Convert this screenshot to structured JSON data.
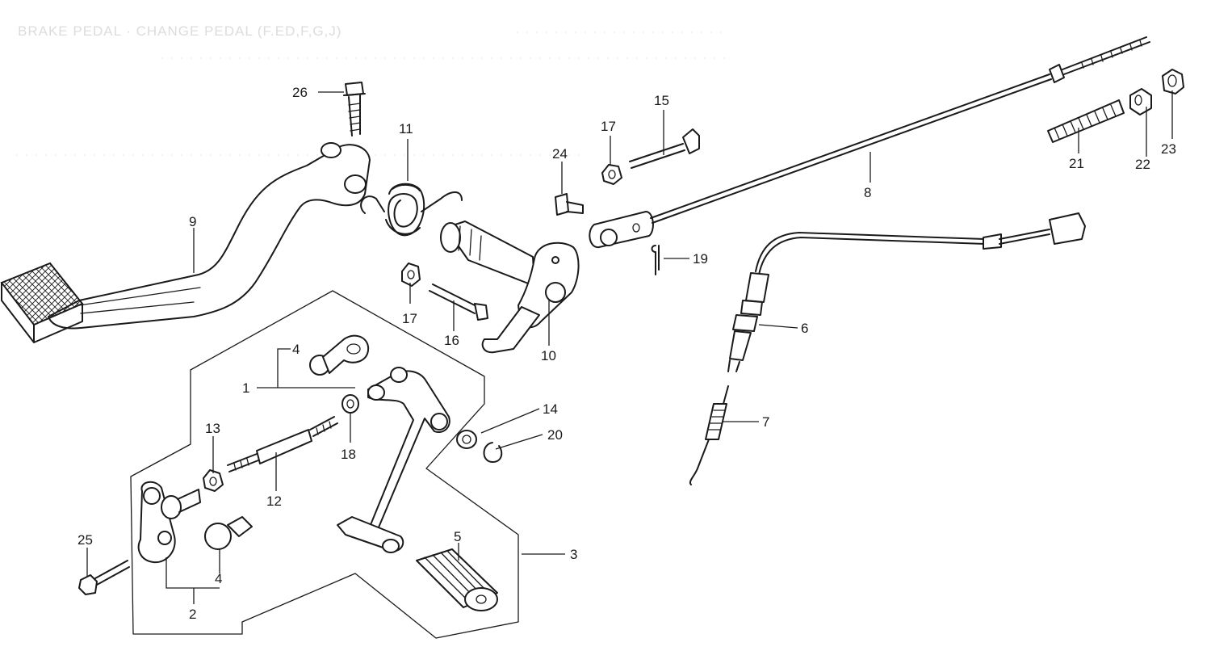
{
  "header": {
    "title": "BRAKE PEDAL · CHANGE PEDAL (F.ED,F,G,J)"
  },
  "callouts": [
    {
      "id": "26",
      "text": "26"
    },
    {
      "id": "11",
      "text": "11"
    },
    {
      "id": "9",
      "text": "9"
    },
    {
      "id": "17a",
      "text": "17"
    },
    {
      "id": "16",
      "text": "16"
    },
    {
      "id": "10",
      "text": "10"
    },
    {
      "id": "24",
      "text": "24"
    },
    {
      "id": "17b",
      "text": "17"
    },
    {
      "id": "15",
      "text": "15"
    },
    {
      "id": "8",
      "text": "8"
    },
    {
      "id": "19",
      "text": "19"
    },
    {
      "id": "21",
      "text": "21"
    },
    {
      "id": "22",
      "text": "22"
    },
    {
      "id": "23",
      "text": "23"
    },
    {
      "id": "6",
      "text": "6"
    },
    {
      "id": "7",
      "text": "7"
    },
    {
      "id": "4a",
      "text": "4"
    },
    {
      "id": "1",
      "text": "1"
    },
    {
      "id": "14",
      "text": "14"
    },
    {
      "id": "20",
      "text": "20"
    },
    {
      "id": "13",
      "text": "13"
    },
    {
      "id": "18",
      "text": "18"
    },
    {
      "id": "12",
      "text": "12"
    },
    {
      "id": "25",
      "text": "25"
    },
    {
      "id": "4b",
      "text": "4"
    },
    {
      "id": "2",
      "text": "2"
    },
    {
      "id": "5",
      "text": "5"
    },
    {
      "id": "3",
      "text": "3"
    }
  ]
}
